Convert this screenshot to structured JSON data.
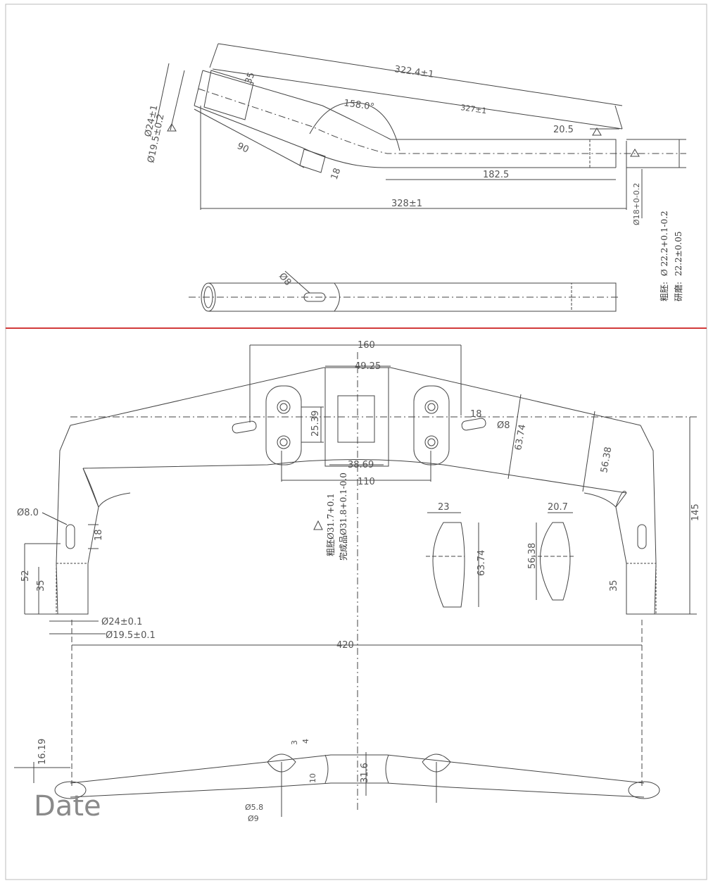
{
  "top_view": {
    "dims": {
      "d_322": "322.4±1",
      "d_327": "327±1",
      "d_35": "35",
      "d_158": "158.0°",
      "d_24": "Ø24±1",
      "d_19": "Ø19.5±0.2",
      "d_90": "90",
      "d_18": "18",
      "d_205": "20.5",
      "d_1825": "182.5",
      "d_328": "328±1",
      "d_18tol": "Ø18+0-0.2",
      "d_8": "Ø8"
    },
    "notes": {
      "rough_label": "粗胚:",
      "rough_value": "Ø 22.2+0.1-0.2",
      "grind_label": "研磨:",
      "grind_value": "22.2±0.05"
    }
  },
  "bottom_view": {
    "dims": {
      "d_160": "160",
      "d_4925": "49.25",
      "d_2539": "25.39",
      "d_3869": "38.69",
      "d_110": "110",
      "d_18": "18",
      "d_8": "Ø8",
      "d_6374": "63.74",
      "d_5638": "56.38",
      "d_145": "145",
      "d_80": "Ø8.0",
      "d_18b": "18",
      "d_52": "52",
      "d_35": "35",
      "d_35r": "35",
      "d_24": "Ø24±0.1",
      "d_195": "Ø19.5±0.1",
      "d_420": "420",
      "d_23": "23",
      "d_6374b": "63.74",
      "d_207": "20.7",
      "d_5638b": "56.38",
      "d_1619": "16.19",
      "d_3": "3",
      "d_4": "4",
      "d_316": "31.6",
      "d_58": "Ø5.8",
      "d_9": "Ø9",
      "d_10": "10"
    },
    "notes": {
      "rough": "粗胚Ø31.7+0.1",
      "finished": "完成品Ø31.8+0.1-0.0"
    }
  },
  "date_label": "Date",
  "colors": {
    "divider": "#d23a3a",
    "line": "#555555"
  }
}
